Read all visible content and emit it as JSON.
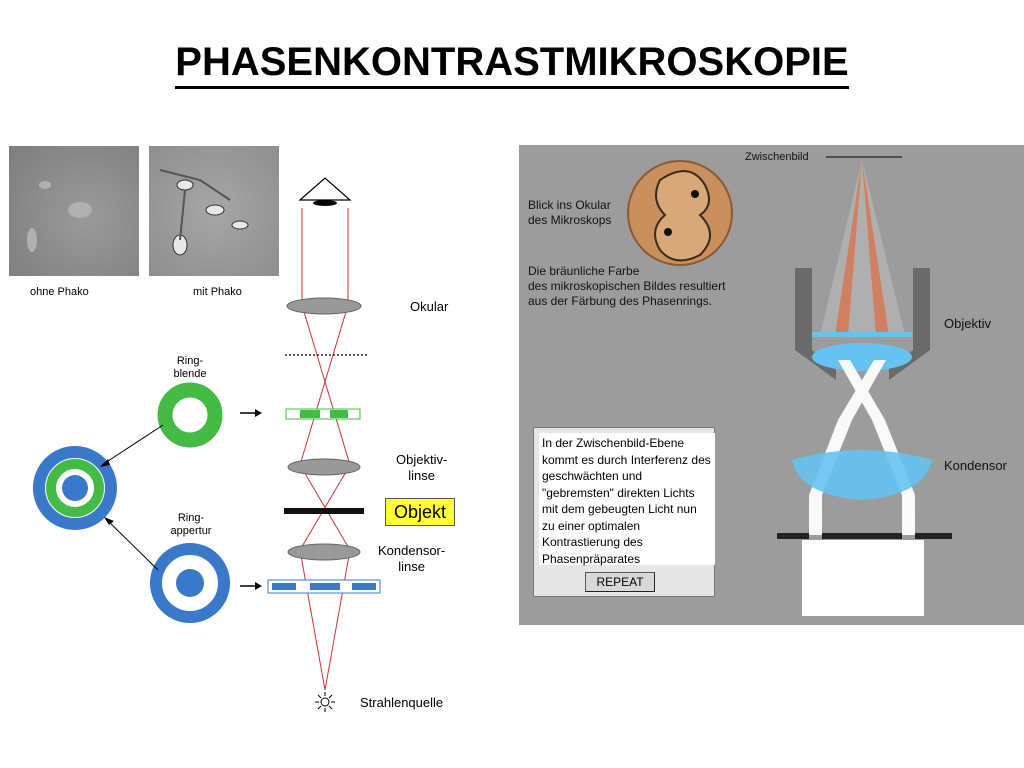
{
  "title": "PHASENKONTRASTMIKROSKOPIE",
  "left": {
    "photo_captions": [
      "ohne Phako",
      "mit Phako"
    ],
    "ring_blende": "Ring-\nblende",
    "ring_appertur": "Ring-\nappertur",
    "labels": {
      "okular": "Okular",
      "objektiv_linse": "Objektiv-\nlinse",
      "objekt": "Objekt",
      "kondensor_linse": "Kondensor-\nlinse",
      "strahlenquelle": "Strahlenquelle"
    }
  },
  "right": {
    "zwischenbild": "Zwischenbild",
    "blick": "Blick ins Okular\ndes Mikroskops",
    "farbe": "Die bräunliche Farbe\ndes mikroskopischen Bildes resultiert\naus der Färbung des Phasenrings.",
    "objektiv": "Objektiv",
    "kondensor": "Kondensor",
    "info": "In der Zwischenbild-Ebene kommt es durch Interferenz des geschwächten und \"gebremsten\" direkten Lichts mit dem gebeugten Licht nun zu einer optimalen Kontrastierung des Phasenpräparates",
    "repeat": "REPEAT"
  },
  "colors": {
    "green": "#44bb44",
    "blue": "#3a78c9",
    "red_ray": "#cc3333",
    "panel_bg": "#9c9c9c",
    "light_blue": "#66c2f0",
    "yellow": "#ffff33"
  }
}
